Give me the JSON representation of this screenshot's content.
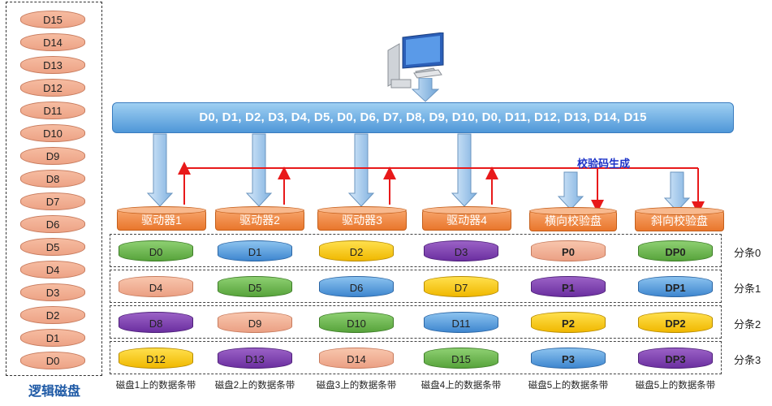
{
  "logical_disks": [
    "D15",
    "D14",
    "D13",
    "D12",
    "D11",
    "D10",
    "D9",
    "D8",
    "D7",
    "D6",
    "D5",
    "D4",
    "D3",
    "D2",
    "D1",
    "D0"
  ],
  "logical_label": "逻辑磁盘",
  "data_bar": "D0, D1, D2, D3, D4, D5, D0, D6, D7, D8, D9, D10, D0, D11, D12, D13, D14, D15",
  "parity_label": "校验码生成",
  "drives": [
    "驱动器1",
    "驱动器2",
    "驱动器3",
    "驱动器4",
    "横向校验盘",
    "斜向校验盘"
  ],
  "stripes": [
    {
      "label": "分条0",
      "cells": [
        {
          "text": "D0",
          "color": "green"
        },
        {
          "text": "D1",
          "color": "blue"
        },
        {
          "text": "D2",
          "color": "yellow"
        },
        {
          "text": "D3",
          "color": "purple"
        },
        {
          "text": "P0",
          "color": "salmon",
          "bold": true
        },
        {
          "text": "DP0",
          "color": "green",
          "bold": true
        }
      ]
    },
    {
      "label": "分条1",
      "cells": [
        {
          "text": "D4",
          "color": "salmon"
        },
        {
          "text": "D5",
          "color": "green"
        },
        {
          "text": "D6",
          "color": "blue"
        },
        {
          "text": "D7",
          "color": "yellow"
        },
        {
          "text": "P1",
          "color": "purple",
          "bold": true
        },
        {
          "text": "DP1",
          "color": "blue",
          "bold": true
        }
      ]
    },
    {
      "label": "分条2",
      "cells": [
        {
          "text": "D8",
          "color": "purple"
        },
        {
          "text": "D9",
          "color": "salmon"
        },
        {
          "text": "D10",
          "color": "green"
        },
        {
          "text": "D11",
          "color": "blue"
        },
        {
          "text": "P2",
          "color": "yellow",
          "bold": true
        },
        {
          "text": "DP2",
          "color": "yellow",
          "bold": true
        }
      ]
    },
    {
      "label": "分条3",
      "cells": [
        {
          "text": "D12",
          "color": "yellow"
        },
        {
          "text": "D13",
          "color": "purple"
        },
        {
          "text": "D14",
          "color": "salmon"
        },
        {
          "text": "D15",
          "color": "green"
        },
        {
          "text": "P3",
          "color": "blue",
          "bold": true
        },
        {
          "text": "DP3",
          "color": "purple",
          "bold": true
        }
      ]
    }
  ],
  "captions": [
    "磁盘1上的数据条带",
    "磁盘2上的数据条带",
    "磁盘3上的数据条带",
    "磁盘4上的数据条带",
    "磁盘5上的数据条带",
    "磁盘5上的数据条带"
  ],
  "colors": {
    "parity_line": "#e8191a",
    "bar_blue": "#4f97d8",
    "drive_orange": "#e9762c"
  }
}
